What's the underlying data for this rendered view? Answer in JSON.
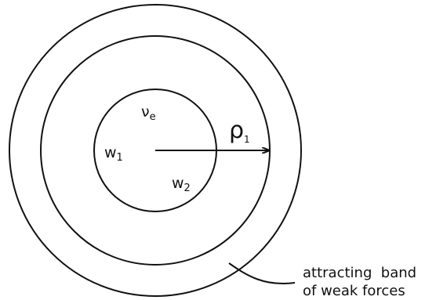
{
  "labels": {
    "nu_e": {
      "main": "ν",
      "sub": "e"
    },
    "w1": {
      "main": "w",
      "sub": "1"
    },
    "w2": {
      "main": "w",
      "sub": "2"
    },
    "rho1": {
      "main": "ρ",
      "sub": "1"
    }
  },
  "annotation": {
    "line1": "attracting  band",
    "line2": "of weak forces"
  },
  "colors": {
    "stroke": "#111111",
    "background": "#ffffff"
  }
}
